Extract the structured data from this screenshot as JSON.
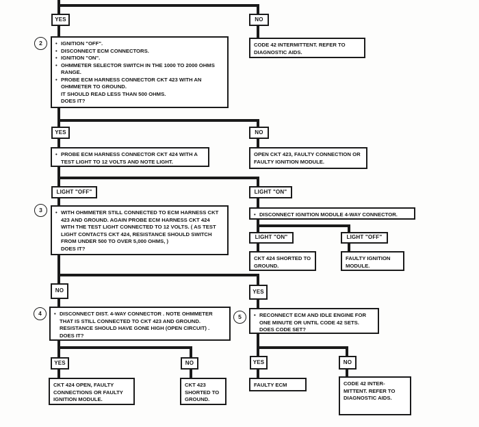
{
  "glyphs": {
    "bullet": "•"
  },
  "flowchart": {
    "labels": {
      "yes1": "YES",
      "no1": "NO",
      "yes2": "YES",
      "no2": "NO",
      "light_off1": "LIGHT \"OFF\"",
      "light_on1": "LIGHT \"ON\"",
      "light_on2": "LIGHT \"ON\"",
      "light_off2": "LIGHT \"OFF\"",
      "no3": "NO",
      "yes3": "YES",
      "yes4": "YES",
      "no4": "NO",
      "yes5": "YES",
      "no5": "NO"
    },
    "steps": {
      "step2": {
        "number": "2",
        "bullets": [
          "IGNITION \"OFF\".",
          "DISCONNECT ECM CONNECTORS.",
          "IGNITION \"ON\".",
          "OHMMETER SELECTOR SWITCH IN THE 1000 TO 2000 OHMS RANGE.",
          "PROBE ECM HARNESS CONNECTOR CKT 423 WITH AN OHMMETER TO GROUND."
        ],
        "plain": [
          "IT SHOULD READ LESS THAN 500 OHMS.",
          "DOES IT?"
        ]
      },
      "step3": {
        "number": "3",
        "bullets": [
          "WITH OHMMETER STILL CONNECTED TO ECM HARNESS CKT 423 AND GROUND. AGAIN PROBE ECM HARNESS CKT 424 WITH THE TEST LIGHT CONNECTED TO 12 VOLTS.  ( AS TEST LIGHT CONTACTS CKT 424, RESISTANCE SHOULD SWITCH FROM UNDER 500 TO OVER 5,000 OHMS, )"
        ],
        "plain": [
          "DOES IT?"
        ]
      },
      "step4": {
        "number": "4",
        "bullets": [
          "DISCONNECT DIST. 4-WAY CONNECTOR . NOTE OHMMETER THAT IS STILL CONNECTED TO CKT 423  AND GROUND. RESISTANCE SHOULD HAVE GONE HIGH (OPEN CIRCUIT) ."
        ],
        "plain": [
          "DOES IT?"
        ]
      },
      "step5": {
        "number": "5",
        "bullets": [
          "RECONNECT ECM AND IDLE ENGINE FOR ONE MINUTE OR UNTIL CODE 42 SETS."
        ],
        "plain": [
          "DOES CODE SET?"
        ]
      }
    },
    "actions": {
      "probe_ckt424": "PROBE ECM HARNESS CONNECTOR CKT 424 WITH A TEST LIGHT TO 12  VOLTS AND NOTE LIGHT.",
      "disconnect_ignition_module": "DISCONNECT IGNITION MODULE 4-WAY CONNECTOR."
    },
    "results": {
      "code42_intermittent_top": "CODE 42 INTERMITTENT.  REFER TO DIAGNOSTIC AIDS.",
      "open_ckt423": "OPEN CKT 423, FAULTY CONNECTION OR FAULTY IGNITION MODULE.",
      "ckt424_shorted": "CKT 424  SHORTED TO GROUND.",
      "faulty_ignition_module": "FAULTY IGNITION MODULE.",
      "ckt424_open": "CKT 424 OPEN, FAULTY CONNECTIONS OR FAULTY IGNITION MODULE.",
      "ckt423_shorted": "CKT 423 SHORTED TO GROUND.",
      "faulty_ecm": "FAULTY ECM",
      "code42_intermittent_bottom": "CODE 42 INTER- MITTENT.  REFER TO DIAGNOSTIC AIDS."
    }
  }
}
